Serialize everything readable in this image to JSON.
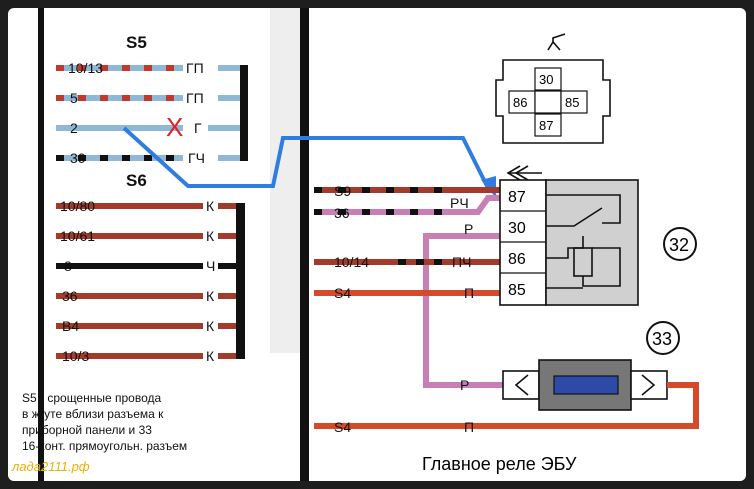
{
  "left_block": {
    "groups": [
      {
        "name": "S5",
        "wires": [
          {
            "pin": "10/13",
            "code": "ГП",
            "color": "#8fb7d6",
            "stripe": "#c0392b"
          },
          {
            "pin": "5",
            "code": "ГП",
            "color": "#8fb7d6",
            "stripe": "#c0392b"
          },
          {
            "pin": "2",
            "code": "Г",
            "color": "#8fb7d6",
            "stripe": "#8fb7d6"
          },
          {
            "pin": "30",
            "code": "ГЧ",
            "color": "#8fb7d6",
            "stripe": "#111111"
          }
        ]
      },
      {
        "name": "S6",
        "wires": [
          {
            "pin": "10/80",
            "code": "К",
            "color": "#a33a2a"
          },
          {
            "pin": "10/61",
            "code": "К",
            "color": "#a33a2a"
          },
          {
            "pin": "8",
            "code": "Ч",
            "color": "#111111"
          },
          {
            "pin": "36",
            "code": "К",
            "color": "#a33a2a"
          },
          {
            "pin": "B4",
            "code": "К",
            "color": "#a33a2a"
          },
          {
            "pin": "10/3",
            "code": "К",
            "color": "#a33a2a"
          }
        ]
      }
    ],
    "cut_mark": "X"
  },
  "note_lines": [
    "S5 -  срощенные провода",
    "в жгуте вблизи разъема к",
    "приборной панели и 33",
    "16-конт. прямоугольн. разъем"
  ],
  "watermark": "лада2111.рф",
  "connector": {
    "pins": [
      "30",
      "86",
      "85",
      "87"
    ]
  },
  "relay": {
    "wires": [
      {
        "pin": "S9",
        "code": "РЧ"
      },
      {
        "pin": "36",
        "code": ""
      },
      {
        "pin": "",
        "code": "Р"
      },
      {
        "pin": "10/14",
        "code": "ПЧ"
      },
      {
        "pin": "S4",
        "code": "П"
      }
    ],
    "terminals": [
      "87",
      "30",
      "86",
      "85"
    ],
    "number": "32"
  },
  "fuse": {
    "number": "33",
    "wires": [
      {
        "pin": "",
        "code": "Р"
      },
      {
        "pin": "S4",
        "code": "П"
      }
    ]
  },
  "caption": "Главное реле ЭБУ",
  "colors": {
    "route_blue": "#2f7de1",
    "wire_red": "#a33a2a",
    "wire_pink": "#c77fb5",
    "fuse_blue": "#2e4aa8",
    "relay_box": "#d0d0d0"
  }
}
